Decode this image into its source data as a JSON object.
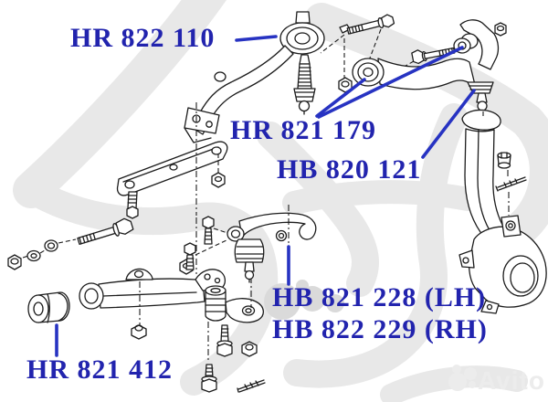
{
  "diagram_title": "Front suspension exploded parts diagram",
  "colors": {
    "label-blue": "#2224ae",
    "leader-blue": "#2733c2",
    "line-black": "#1c1c1c",
    "watermark-gray": "#e8e8e8",
    "watermark-circle-gray": "#dadada",
    "avito-gray": "#ececec"
  },
  "part_labels": {
    "front_upper_arm_bushing": "HR 822 110",
    "rear_upper_arm_bushings": "HR 821 179",
    "upper_ball_joint": "HB 820 121",
    "lower_ball_joint_lh": "HB 821 228 (LH)",
    "lower_ball_joint_rh": "HB 822 229 (RH)",
    "lower_arm_bushing": "HR 821 412"
  },
  "watermark": {
    "brand": "Avito"
  }
}
